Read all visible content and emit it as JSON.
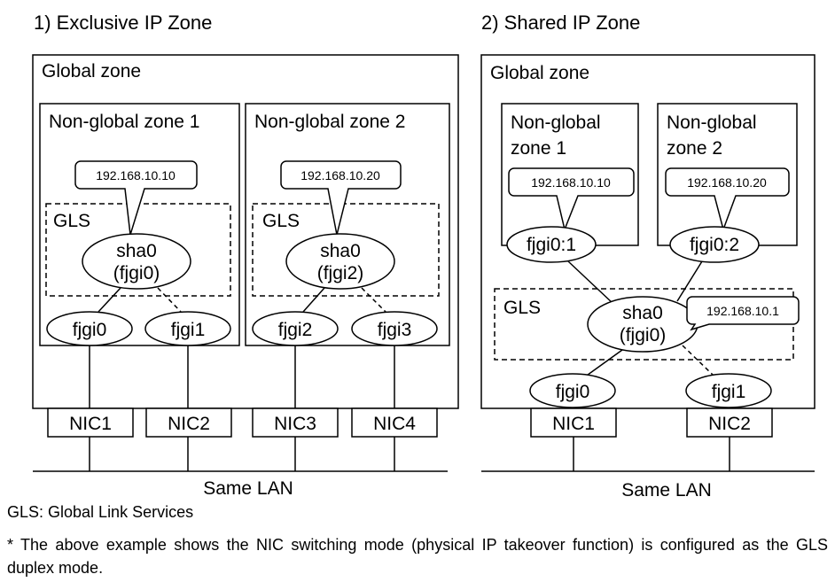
{
  "left": {
    "heading": "1) Exclusive IP Zone",
    "global_zone": "Global zone",
    "zone1": {
      "title": "Non-global zone 1",
      "ip": "192.168.10.10",
      "gls": "GLS",
      "virtual_if": [
        "sha0",
        "(fjgi0)"
      ],
      "phys_a": "fjgi0",
      "phys_b": "fjgi1",
      "nic_a": "NIC1",
      "nic_b": "NIC2"
    },
    "zone2": {
      "title": "Non-global zone 2",
      "ip": "192.168.10.20",
      "gls": "GLS",
      "virtual_if": [
        "sha0",
        "(fjgi2)"
      ],
      "phys_a": "fjgi2",
      "phys_b": "fjgi3",
      "nic_a": "NIC3",
      "nic_b": "NIC4"
    },
    "lan": "Same LAN"
  },
  "right": {
    "heading": "2) Shared IP Zone",
    "global_zone": "Global zone",
    "zone1": {
      "title": [
        "Non-global",
        "zone 1"
      ],
      "ip": "192.168.10.10",
      "logical_if": "fjgi0:1"
    },
    "zone2": {
      "title": [
        "Non-global",
        "zone 2"
      ],
      "ip": "192.168.10.20",
      "logical_if": "fjgi0:2"
    },
    "gls": "GLS",
    "virtual_if": [
      "sha0",
      "(fjgi0)"
    ],
    "virtual_ip": "192.168.10.1",
    "phys_a": "fjgi0",
    "phys_b": "fjgi1",
    "nic_a": "NIC1",
    "nic_b": "NIC2",
    "lan": "Same LAN"
  },
  "legend": "GLS: Global Link Services",
  "footnote": "* The above example shows the NIC switching mode (physical IP takeover function) is configured as the GLS duplex mode."
}
